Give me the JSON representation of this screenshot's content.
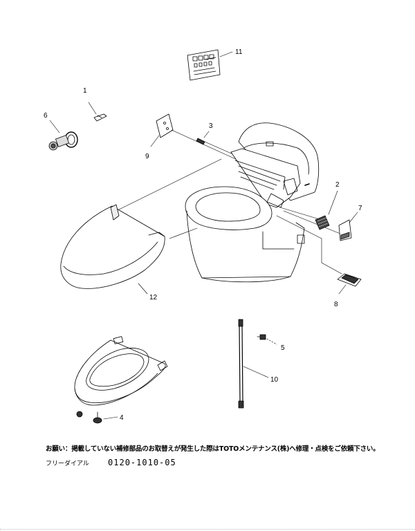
{
  "callouts": {
    "c1": "1",
    "c2": "2",
    "c3": "3",
    "c4": "4",
    "c5": "5",
    "c6": "6",
    "c7": "7",
    "c8": "8",
    "c9": "9",
    "c10": "10",
    "c11": "11",
    "c12": "12"
  },
  "footer": {
    "note": "お願い：掲載していない補修部品のお取替えが発生した際はTOTOメンテナンス(株)へ修理・点検をご依頼下さい。",
    "dial_label": "フリーダイアル",
    "dial_number": "0120-1010-05"
  },
  "colors": {
    "line": "#000000",
    "background": "#ffffff"
  }
}
